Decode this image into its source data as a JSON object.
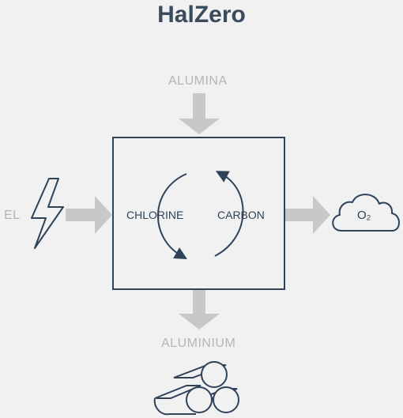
{
  "title": "HalZero",
  "inputs": {
    "top": "ALUMINA",
    "left": "EL"
  },
  "outputs": {
    "right": "O₂",
    "bottom": "ALUMINIUM"
  },
  "cycle": {
    "left_label": "CHLORINE",
    "right_label": "CARBON"
  },
  "colors": {
    "dark": "#2e4258",
    "arrow": "#c8c8c8",
    "background": "#f1f1f1"
  },
  "icons": [
    "lightning-icon",
    "cloud-icon",
    "pipes-icon",
    "cycle-arrow-icon"
  ]
}
